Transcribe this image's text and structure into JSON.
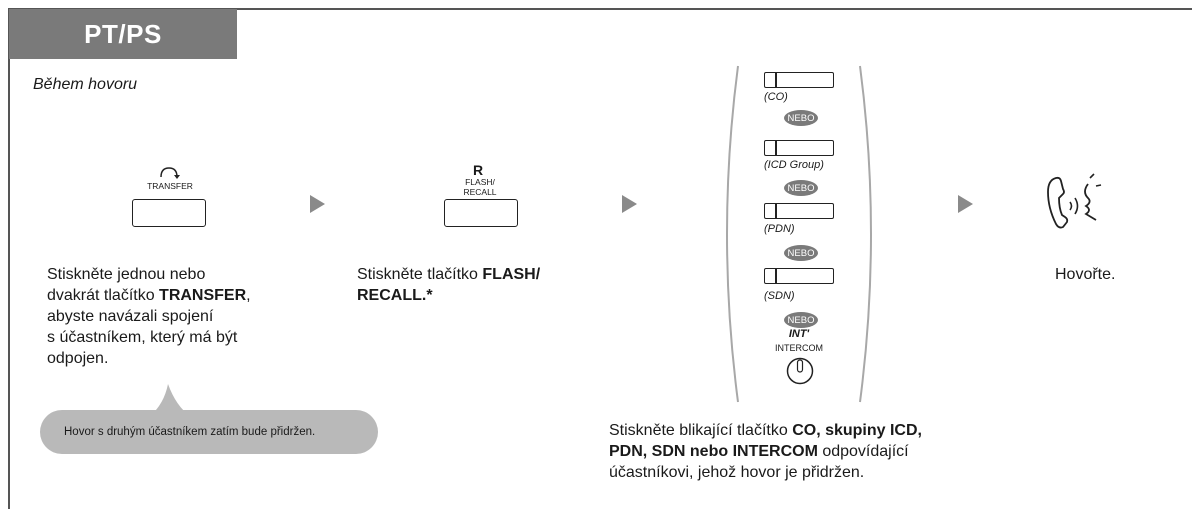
{
  "header": {
    "tab_label": "PT/PS"
  },
  "context": "Během hovoru",
  "step1": {
    "key_label": "TRANSFER",
    "text_lines": [
      {
        "plain": "Stiskněte jednou nebo",
        "bold": "",
        "after": ""
      },
      {
        "plain": "dvakrát tlačítko ",
        "bold": "TRANSFER",
        "after": ","
      },
      {
        "plain": "abyste navázali spojení",
        "bold": "",
        "after": ""
      },
      {
        "plain": "s účastníkem, který má být",
        "bold": "",
        "after": ""
      },
      {
        "plain": "odpojen.",
        "bold": "",
        "after": ""
      }
    ],
    "note": "Hovor s druhým účastníkem zatím bude přidržen."
  },
  "step2": {
    "key_symbol": "R",
    "key_label_line1": "FLASH/",
    "key_label_line2": "RECALL",
    "text_line1_plain": "Stiskněte tlačítko ",
    "text_line1_bold": "FLASH/",
    "text_line2_bold": "RECALL.*"
  },
  "step3": {
    "options": [
      "(CO)",
      "(ICD Group)",
      "(PDN)",
      "(SDN)"
    ],
    "or_label": "NEBO",
    "int_label": "INT'",
    "intercom_label": "INTERCOM",
    "text_line1_plain": "Stiskněte blikající tlačítko ",
    "text_line1_bold": "CO, skupiny ICD,",
    "text_line2_bold": "PDN, SDN nebo INTERCOM",
    "text_line2_plain": " odpovídající",
    "text_line3_plain": "účastníkovi, jehož hovor je přidržen."
  },
  "step4": {
    "text": "Hovořte."
  },
  "colors": {
    "tab": "#7a7a7a",
    "arrow": "#8a8a8a",
    "bubble": "#b9b9b9",
    "nebo": "#7a7a7a"
  }
}
